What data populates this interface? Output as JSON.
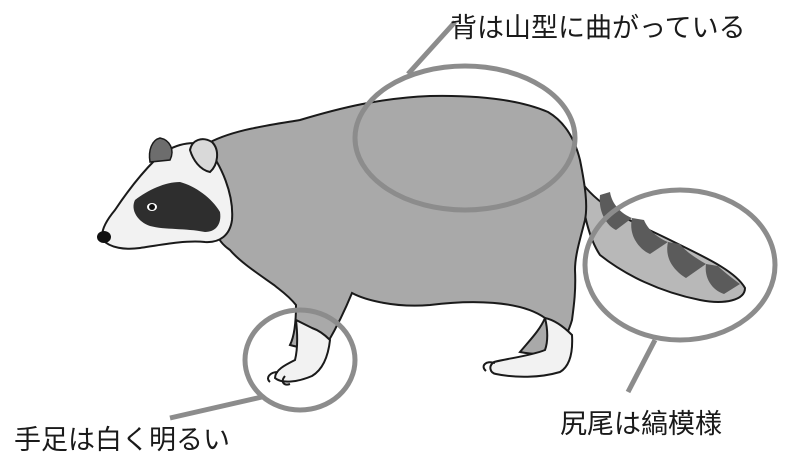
{
  "annotations": {
    "back": "背は山型に曲がっている",
    "tail": "尻尾は縞模様",
    "feet": "手足は白く明るい"
  },
  "colors": {
    "body": "#a9a9a9",
    "outline": "#1a1a1a",
    "white_fur": "#f2f2f2",
    "mask": "#2e2e2e",
    "tail_light": "#b8b8b8",
    "tail_dark": "#5b5b5b",
    "callout": "#8c8c8c"
  }
}
